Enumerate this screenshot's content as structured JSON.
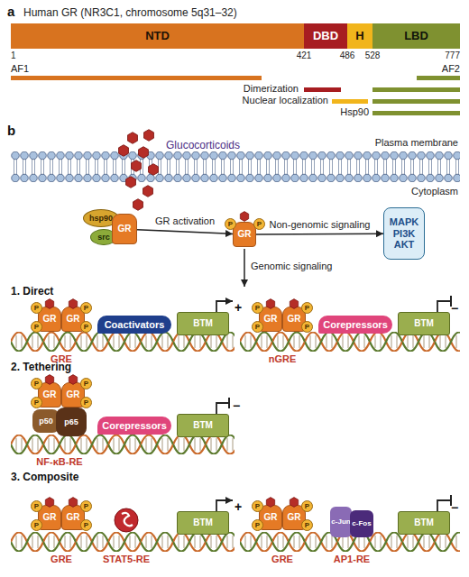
{
  "diagram": {
    "nodes": [
      {
        "text": [
          "NTD"
        ]
      },
      {
        "text": [
          "DBD"
        ]
      },
      {
        "text": [
          "H"
        ]
      },
      {
        "text": [
          "LBD"
        ]
      },
      {
        "text": [
          "hsp90"
        ]
      },
      {
        "text": [
          "src"
        ]
      },
      {
        "text": [
          "GR"
        ]
      },
      {
        "text": [
          "P"
        ]
      },
      {
        "text": [
          "GR"
        ]
      },
      {
        "text": [
          "P"
        ]
      },
      {
        "text": [
          "MAPK PI3K AKT"
        ]
      },
      {
        "text": [
          "GR"
        ]
      },
      {
        "text": [
          "GR"
        ]
      },
      {
        "text": [
          "P"
        ]
      },
      {
        "text": [
          "P"
        ]
      },
      {
        "text": [
          "P"
        ]
      },
      {
        "text": [
          "P"
        ]
      },
      {
        "text": [
          "Coactivators"
        ]
      },
      {
        "text": [
          "BTM"
        ]
      },
      {
        "text": [
          "GR"
        ]
      },
      {
        "text": [
          "GR"
        ]
      },
      {
        "text": [
          "P"
        ]
      },
      {
        "text": [
          "P"
        ]
      },
      {
        "text": [
          "P"
        ]
      },
      {
        "text": [
          "P"
        ]
      },
      {
        "text": [
          "Corepressors"
        ]
      },
      {
        "text": [
          "BTM"
        ]
      },
      {
        "text": [
          "GR"
        ]
      },
      {
        "text": [
          "GR"
        ]
      },
      {
        "text": [
          "P"
        ]
      },
      {
        "text": [
          "P"
        ]
      },
      {
        "text": [
          "P"
        ]
      },
      {
        "text": [
          "P"
        ]
      },
      {
        "text": [
          "p50"
        ]
      },
      {
        "text": [
          "p65"
        ]
      },
      {
        "text": [
          "Corepressors"
        ]
      },
      {
        "text": [
          "BTM"
        ]
      },
      {
        "text": [
          "GR"
        ]
      },
      {
        "text": [
          "GR"
        ]
      },
      {
        "text": [
          "P"
        ]
      },
      {
        "text": [
          "P"
        ]
      },
      {
        "text": [
          "P"
        ]
      },
      {
        "text": [
          "P"
        ]
      },
      {
        "text": [
          "BTM"
        ]
      },
      {
        "text": [
          "GR"
        ]
      },
      {
        "text": [
          "GR"
        ]
      },
      {
        "text": [
          "P"
        ]
      },
      {
        "text": [
          "P"
        ]
      },
      {
        "text": [
          "P"
        ]
      },
      {
        "text": [
          "P"
        ]
      },
      {
        "text": [
          "c-Jun"
        ]
      },
      {
        "text": [
          "c-Fos"
        ]
      },
      {
        "text": [
          "BTM"
        ]
      }
    ],
    "edges": [
      {
        "from": 6,
        "to": 8,
        "label": "GR activation",
        "arrow": "to"
      },
      {
        "from": 8,
        "to": 10,
        "label": "Non-genomic signaling",
        "arrow": "to"
      }
    ],
    "labels": [
      "a",
      "Human GR (NR3C1, chromosome 5q31–32)",
      "1",
      "421",
      "486",
      "528",
      "777",
      "AF1",
      "AF2",
      "Dimerization",
      "Nuclear localization",
      "Hsp90",
      "b",
      "Glucocorticoids",
      "Plasma membrane",
      "Cytoplasm",
      "Genomic signaling",
      "1. Direct",
      "+",
      "GRE",
      "−",
      "nGRE",
      "2. Tethering",
      "−",
      "NF-κB-RE",
      "3. Composite",
      "+",
      "GRE",
      "STAT5-RE",
      "−",
      "GRE",
      "AP1-RE"
    ]
  }
}
